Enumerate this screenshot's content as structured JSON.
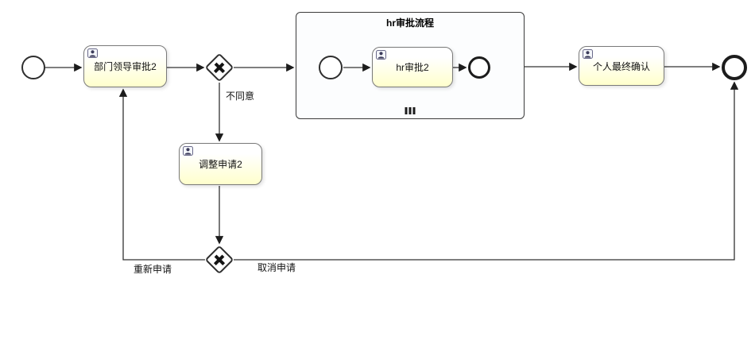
{
  "colors": {
    "task-fill-bottom": "#ffffcc",
    "task-border": "#7a7a7a",
    "subprocess-fill": "#fcfdfe"
  },
  "nodes": {
    "task_dept": {
      "label": "部门领导审批2"
    },
    "subprocess_hr": {
      "title": "hr审批流程"
    },
    "task_hr": {
      "label": "hr审批2"
    },
    "task_confirm": {
      "label": "个人最终确认"
    },
    "task_adjust": {
      "label": "调整申请2"
    }
  },
  "edge_labels": {
    "disagree": "不同意",
    "reapply": "重新申请",
    "cancel": "取消申请"
  }
}
